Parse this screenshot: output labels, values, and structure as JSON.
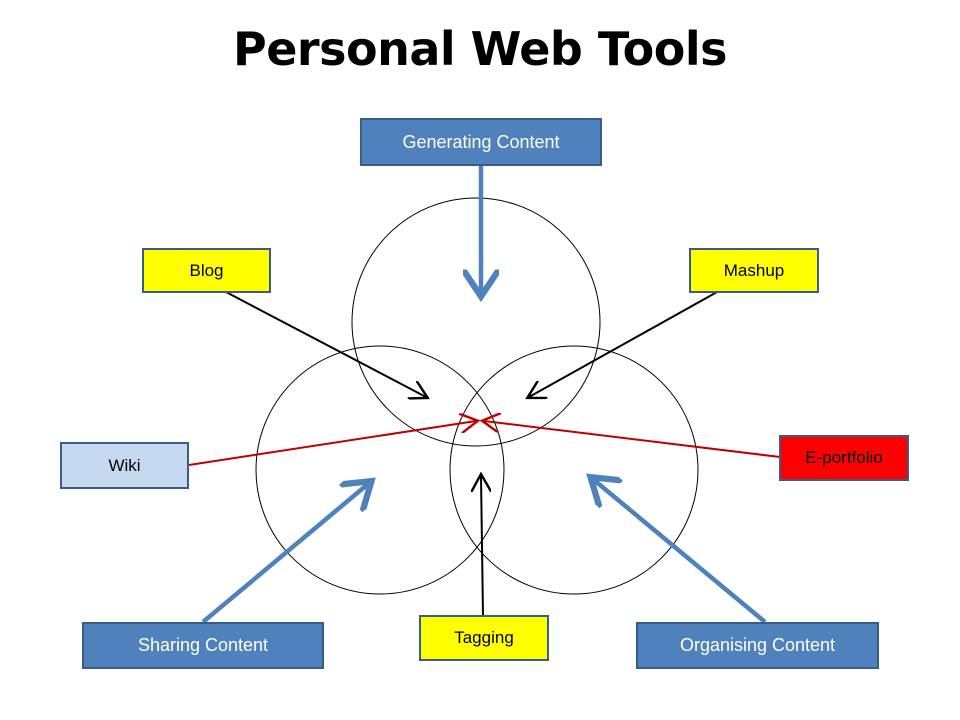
{
  "title": "Personal Web Tools",
  "colors": {
    "blue_box": "#4f81bd",
    "yellow_box": "#ffff00",
    "light_box": "#c6d9f1",
    "red_box": "#ff0000",
    "blue_arrow": "#4f81bd",
    "red_arrow": "#c00000",
    "black_arrow": "#000000"
  },
  "labels": {
    "generating": "Generating Content",
    "sharing": "Sharing Content",
    "organising": "Organising Content",
    "blog": "Blog",
    "mashup": "Mashup",
    "wiki": "Wiki",
    "eportfolio": "E-portfolio",
    "tagging": "Tagging"
  }
}
